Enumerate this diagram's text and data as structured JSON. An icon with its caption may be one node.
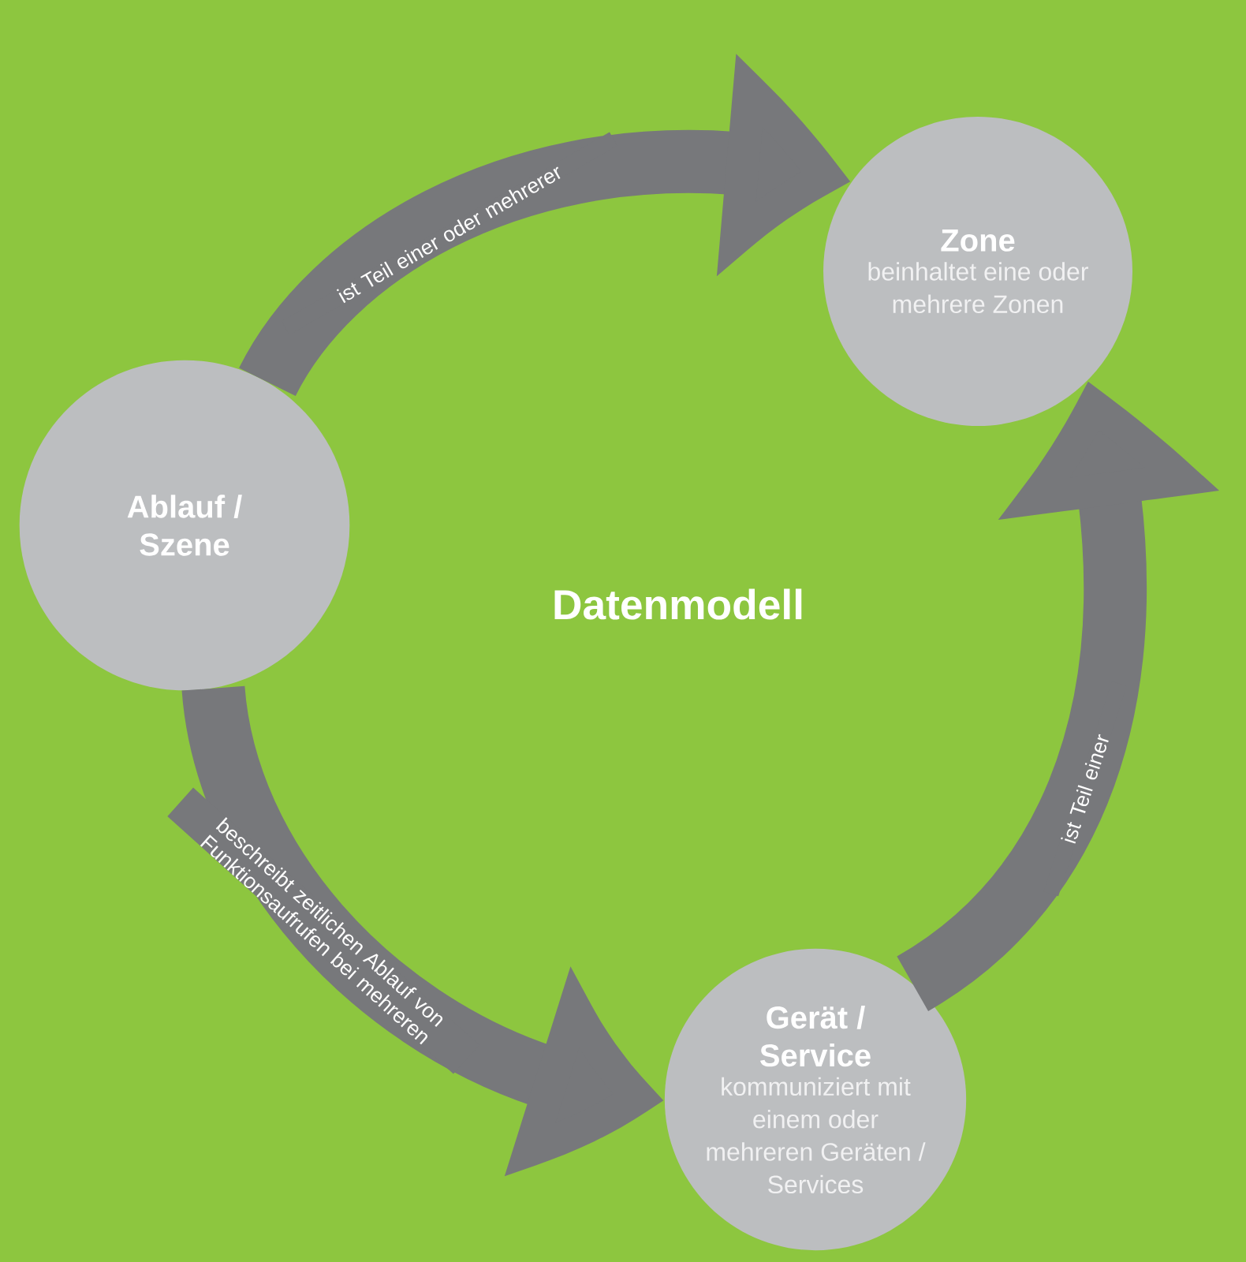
{
  "diagram": {
    "title": "Datenmodell",
    "nodes": [
      {
        "text": [
          "Ablauf / Szene"
        ]
      },
      {
        "text": [
          "Zone",
          "beinhaltet eine oder mehrere Zonen"
        ]
      },
      {
        "text": [
          "Gerät / Service",
          "kommuniziert mit einem oder mehreren Geräten / Services"
        ]
      }
    ],
    "edges": [
      {
        "from": 0,
        "to": 1,
        "arrow": "to",
        "label": "ist Teil einer oder mehrerer"
      },
      {
        "from": 0,
        "to": 2,
        "arrow": "to",
        "label": "beschreibt zeitlichen Ablauf von Funktionsaufrufen bei mehreren"
      },
      {
        "from": 2,
        "to": 1,
        "arrow": "to",
        "label": "ist Teil einer"
      }
    ]
  }
}
